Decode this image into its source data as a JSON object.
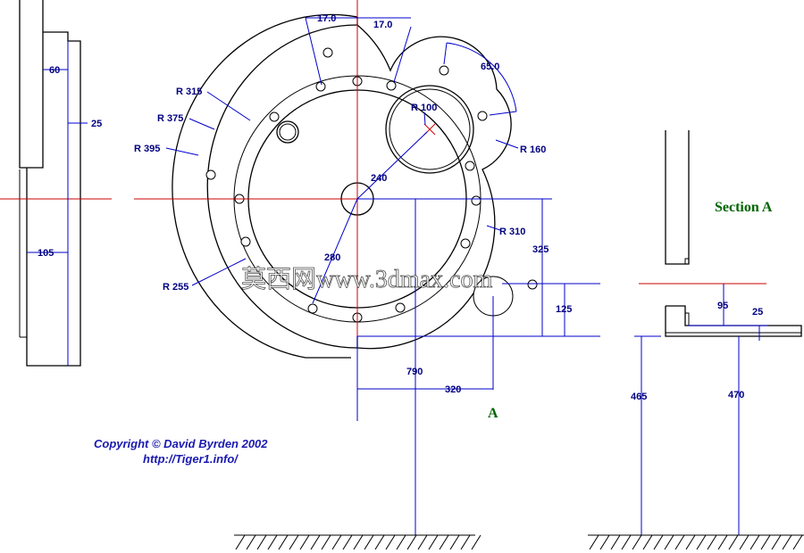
{
  "dimensions": {
    "d60": "60",
    "d25_left": "25",
    "d105": "105",
    "d17a": "17.0",
    "d17b": "17.0",
    "d65": "65.0",
    "r315": "R 315",
    "r375": "R 375",
    "r395": "R 395",
    "r100": "R 100",
    "r160": "R 160",
    "d240": "240",
    "r310": "R 310",
    "d280": "280",
    "r255": "R 255",
    "d325": "325",
    "d125": "125",
    "d790": "790",
    "d320": "320",
    "d95": "95",
    "d25_right": "25",
    "d465": "465",
    "d470": "470"
  },
  "labels": {
    "section_a": "Section A",
    "a_marker": "A",
    "copyright": "Copyright © David Byrden 2002",
    "url": "http://Tiger1.info/",
    "watermark": "莫西网www.3dmax.com"
  },
  "colors": {
    "part": "#000000",
    "centerline": "#cc0000",
    "dimension": "#0000cc",
    "dimension_text": "#000080",
    "section_label": "#006400",
    "copyright": "#1a1ab0"
  }
}
